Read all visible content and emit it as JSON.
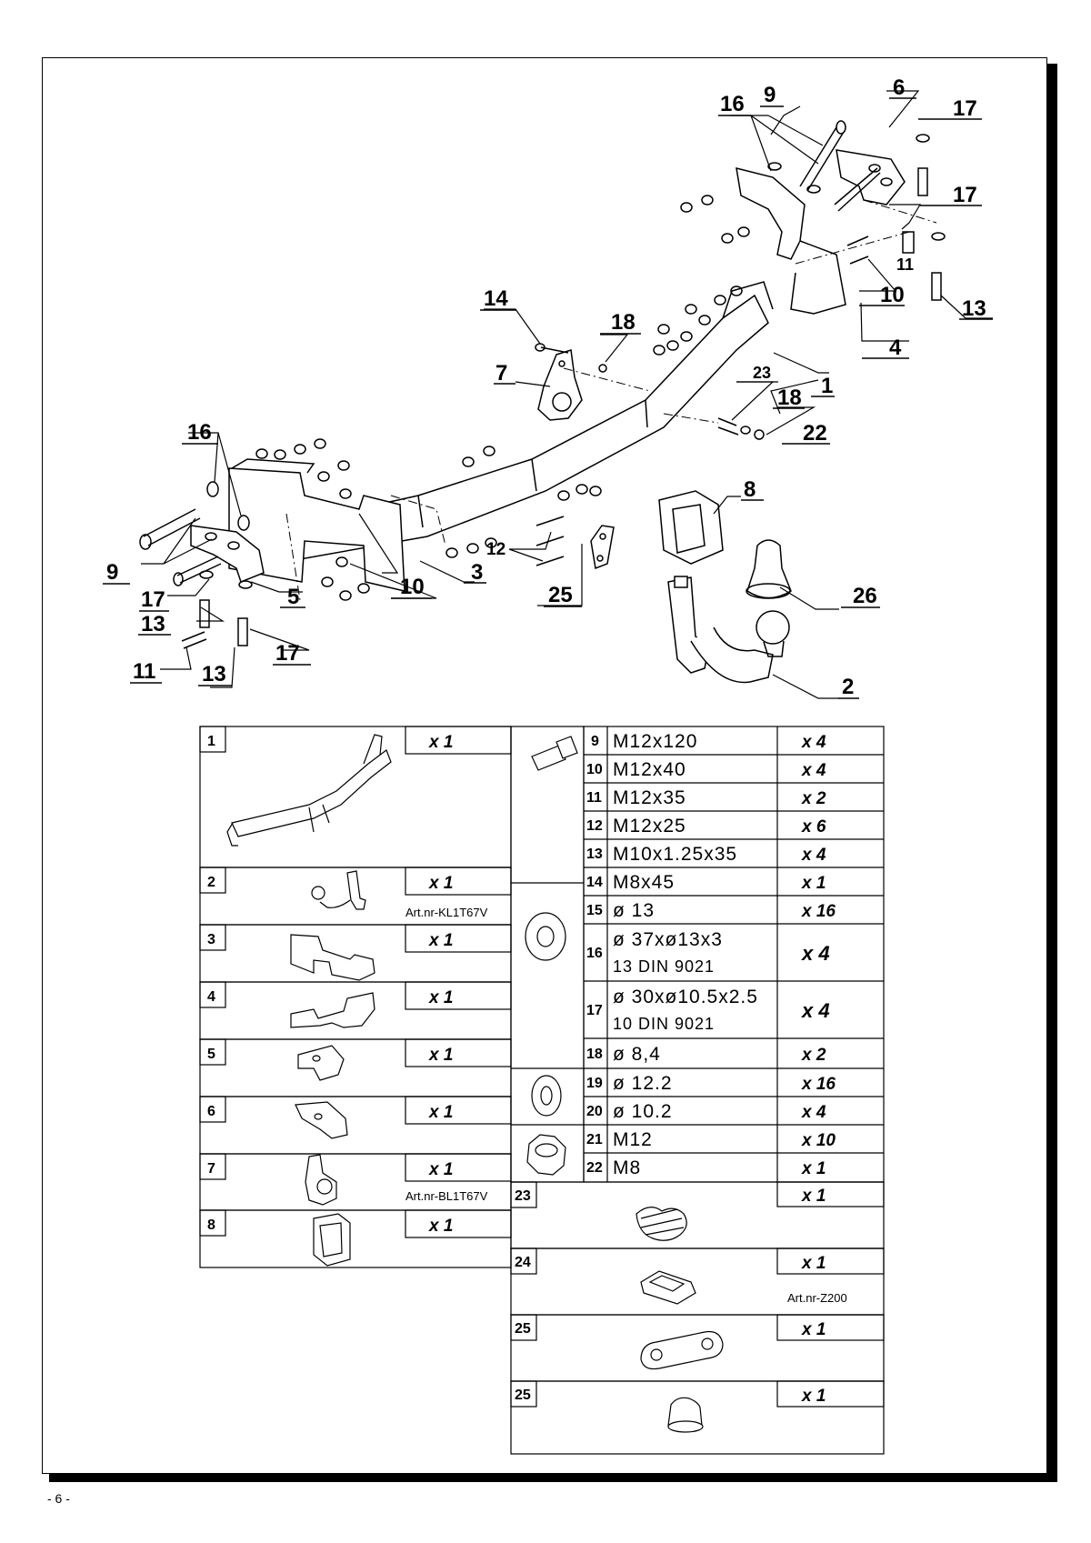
{
  "page_number": "- 6 -",
  "callouts": {
    "c16_right": "16",
    "c9_right": "9",
    "c6": "6",
    "c17_a": "17",
    "c17_b": "17",
    "c11_right": "11",
    "c10_right": "10",
    "c13_right": "13",
    "c4": "4",
    "c14": "14",
    "c18_top": "18",
    "c7": "7",
    "c23": "23",
    "c18_mid": "18",
    "c1": "1",
    "c22": "22",
    "c16_left": "16",
    "c8": "8",
    "c12": "12",
    "c9_left": "9",
    "c17_left": "17",
    "c5": "5",
    "c10_left": "10",
    "c3": "3",
    "c25": "25",
    "c26": "26",
    "c13_left": "13",
    "c17_bottom": "17",
    "c11_left": "11",
    "c13_bottom": "13",
    "c2": "2"
  },
  "left_table": [
    {
      "num": "1",
      "qty": "x 1",
      "icon": "crossbar-icon",
      "art": ""
    },
    {
      "num": "2",
      "qty": "x 1",
      "icon": "towball-icon",
      "art": "Art.nr-KL1T67V"
    },
    {
      "num": "3",
      "qty": "x 1",
      "icon": "bracket-left-icon",
      "art": ""
    },
    {
      "num": "4",
      "qty": "x 1",
      "icon": "bracket-right-icon",
      "art": ""
    },
    {
      "num": "5",
      "qty": "x 1",
      "icon": "plate-bracket-icon",
      "art": ""
    },
    {
      "num": "6",
      "qty": "x 1",
      "icon": "plate-bracket-icon",
      "art": ""
    },
    {
      "num": "7",
      "qty": "x 1",
      "icon": "socket-plate-icon",
      "art": "Art.nr-BL1T67V"
    },
    {
      "num": "8",
      "qty": "x 1",
      "icon": "socket-bracket-icon",
      "art": ""
    }
  ],
  "fasteners": [
    {
      "num": "9",
      "spec": "M12x120",
      "qty": "x 4"
    },
    {
      "num": "10",
      "spec": "M12x40",
      "qty": "x 4"
    },
    {
      "num": "11",
      "spec": "M12x35",
      "qty": "x 2"
    },
    {
      "num": "12",
      "spec": "M12x25",
      "qty": "x 6"
    },
    {
      "num": "13",
      "spec": "M10x1.25x35",
      "qty": "x 4"
    },
    {
      "num": "14",
      "spec": "M8x45",
      "qty": "x 1"
    },
    {
      "num": "15",
      "spec": "ø 13",
      "qty": "x 16"
    },
    {
      "num": "16",
      "spec": "ø 37xø13x3",
      "spec2": "13      DIN  9021",
      "qty": "x 4"
    },
    {
      "num": "17",
      "spec": "ø 30xø10.5x2.5",
      "spec2": "10      DIN  9021",
      "qty": "x 4"
    },
    {
      "num": "18",
      "spec": "ø 8,4",
      "qty": "x 2"
    },
    {
      "num": "19",
      "spec": "ø 12.2",
      "qty": "x 16"
    },
    {
      "num": "20",
      "spec": "ø 10.2",
      "qty": "x 4"
    },
    {
      "num": "21",
      "spec": "M12",
      "qty": "x 10"
    },
    {
      "num": "22",
      "spec": "M8",
      "qty": "x 1"
    }
  ],
  "bottom_table": [
    {
      "num": "23",
      "qty": "x 1",
      "icon": "spring-washer-icon",
      "art": ""
    },
    {
      "num": "24",
      "qty": "x 1",
      "icon": "module-icon",
      "art": "Art.nr-Z200"
    },
    {
      "num": "25",
      "qty": "x 1",
      "icon": "link-plate-icon",
      "art": ""
    },
    {
      "num": "25",
      "qty": "x 1",
      "icon": "ball-cover-icon",
      "art": ""
    }
  ]
}
